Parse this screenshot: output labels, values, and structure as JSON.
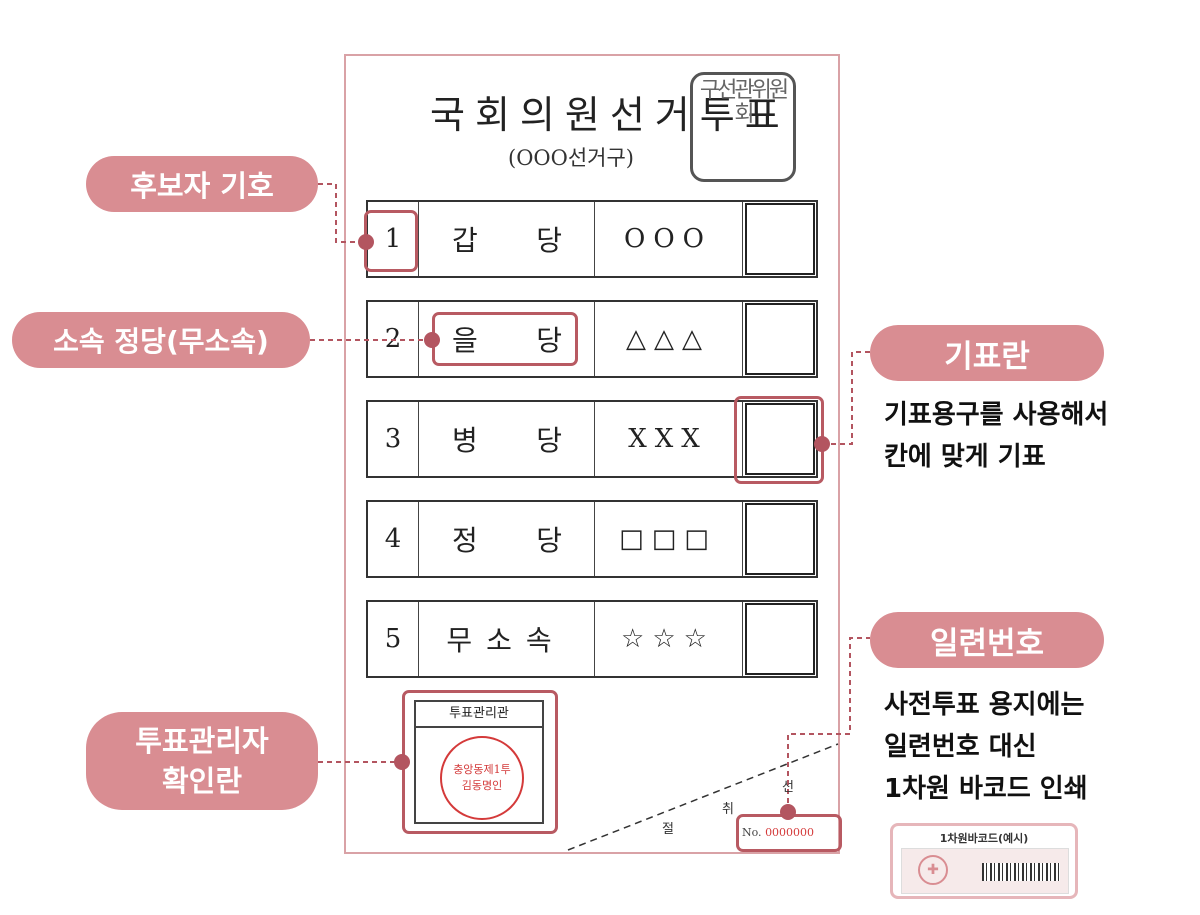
{
  "ballot": {
    "title": "국회의원선거투표",
    "subtitle": "(OOO선거구)",
    "seal_text": "구선관위원회",
    "rows": [
      {
        "number": "1",
        "party_a": "갑",
        "party_b": "당",
        "candidate": "OOO"
      },
      {
        "number": "2",
        "party_a": "을",
        "party_b": "당",
        "candidate": "△△△"
      },
      {
        "number": "3",
        "party_a": "병",
        "party_b": "당",
        "candidate": "XXX"
      },
      {
        "number": "4",
        "party_a": "정",
        "party_b": "당",
        "candidate": "□□□"
      },
      {
        "number": "5",
        "party_full": "무소속",
        "candidate": "☆☆☆"
      }
    ],
    "manager_box_title": "투표관리관",
    "stamp_line1": "충앙동제1투",
    "stamp_line2": "김동명인",
    "cut_chars": [
      "절",
      "취",
      "선"
    ],
    "serial_prefix": "No.",
    "serial_number": "0000000"
  },
  "labels": {
    "candidate_number": "후보자 기호",
    "party": "소속 정당(무소속)",
    "vote_box": "기표란",
    "vote_box_desc_1": "기표용구를 사용해서",
    "vote_box_desc_2": "칸에 맞게 기표",
    "serial": "일련번호",
    "serial_desc_1": "사전투표 용지에는",
    "serial_desc_2": "일련번호 대신",
    "serial_desc_3": "1차원 바코드 인쇄",
    "manager_line1": "투표관리자",
    "manager_line2": "확인란"
  },
  "barcode_card": {
    "title": "1차원바코드(예시)"
  },
  "colors": {
    "accent": "#d98d92",
    "accent_dark": "#b35560",
    "stamp_red": "#d43a3a"
  }
}
